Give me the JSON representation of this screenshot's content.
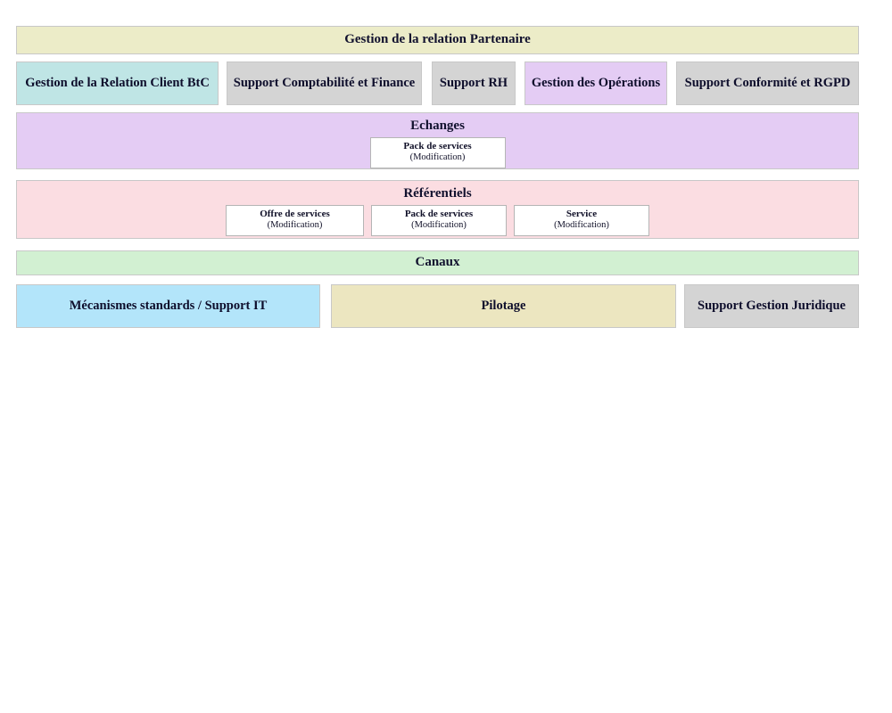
{
  "diagram": {
    "title": "Gestion de la relation Partenaire",
    "rows": {
      "header": {
        "label": "Gestion de la relation Partenaire",
        "color": "#ececc8"
      },
      "domains": [
        {
          "label": "Gestion de la Relation Client BtC",
          "color": "#bfe5e5"
        },
        {
          "label": "Support Comptabilité et Finance",
          "color": "#d4d4d4"
        },
        {
          "label": "Support RH",
          "color": "#d4d4d4"
        },
        {
          "label": "Gestion des Opérations",
          "color": "#e4ccf4"
        },
        {
          "label": "Support Conformité et RGPD",
          "color": "#d4d4d4"
        }
      ],
      "echanges": {
        "label": "Echanges",
        "color": "#e4ccf4",
        "items": [
          {
            "title": "Pack de services",
            "subtitle": "(Modification)"
          }
        ]
      },
      "referentiels": {
        "label": "Référentiels",
        "color": "#fbdde2",
        "items": [
          {
            "title": "Offre de services",
            "subtitle": "(Modification)"
          },
          {
            "title": "Pack de services",
            "subtitle": "(Modification)"
          },
          {
            "title": "Service",
            "subtitle": "(Modification)"
          }
        ]
      },
      "canaux": {
        "label": "Canaux",
        "color": "#d2f0d2"
      },
      "footer": [
        {
          "label": "Mécanismes standards / Support IT",
          "color": "#b3e5fa"
        },
        {
          "label": "Pilotage",
          "color": "#ece6c0"
        },
        {
          "label": "Support Gestion Juridique",
          "color": "#d4d4d4"
        }
      ]
    }
  }
}
